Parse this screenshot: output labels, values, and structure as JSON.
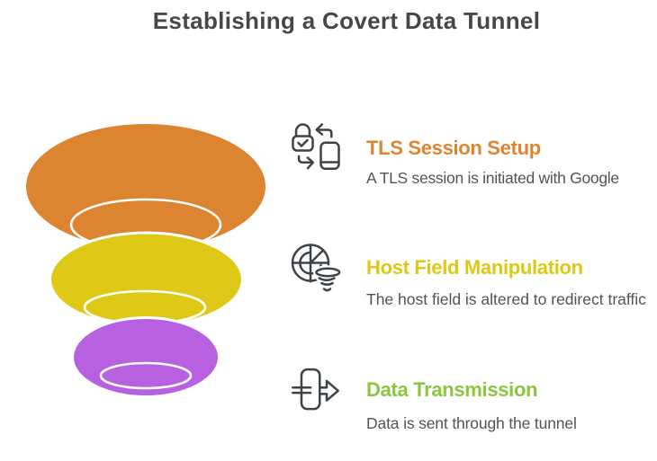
{
  "title": "Establishing a Covert Data Tunnel",
  "funnel": {
    "layers": [
      {
        "name": "top",
        "color": "#DD8430"
      },
      {
        "name": "middle",
        "color": "#DECA16"
      },
      {
        "name": "bottom",
        "color": "#B761E0"
      }
    ],
    "outline_color": "#ffffff"
  },
  "steps": [
    {
      "heading": "TLS Session Setup",
      "description": "A TLS session is initiated with Google",
      "accent_color": "#DE8531",
      "icon": "lock-phone-sync-icon"
    },
    {
      "heading": "Host Field Manipulation",
      "description": "The host field is altered to redirect traffic",
      "accent_color": "#DDC914",
      "icon": "radar-funnel-icon"
    },
    {
      "heading": "Data Transmission",
      "description": "Data is sent through the tunnel",
      "accent_color": "#8CC63E",
      "icon": "data-out-arrow-icon"
    }
  ],
  "icon_stroke_color": "#3E4347",
  "text_color": "#525456",
  "title_color": "#474747",
  "background_color": "#ffffff"
}
